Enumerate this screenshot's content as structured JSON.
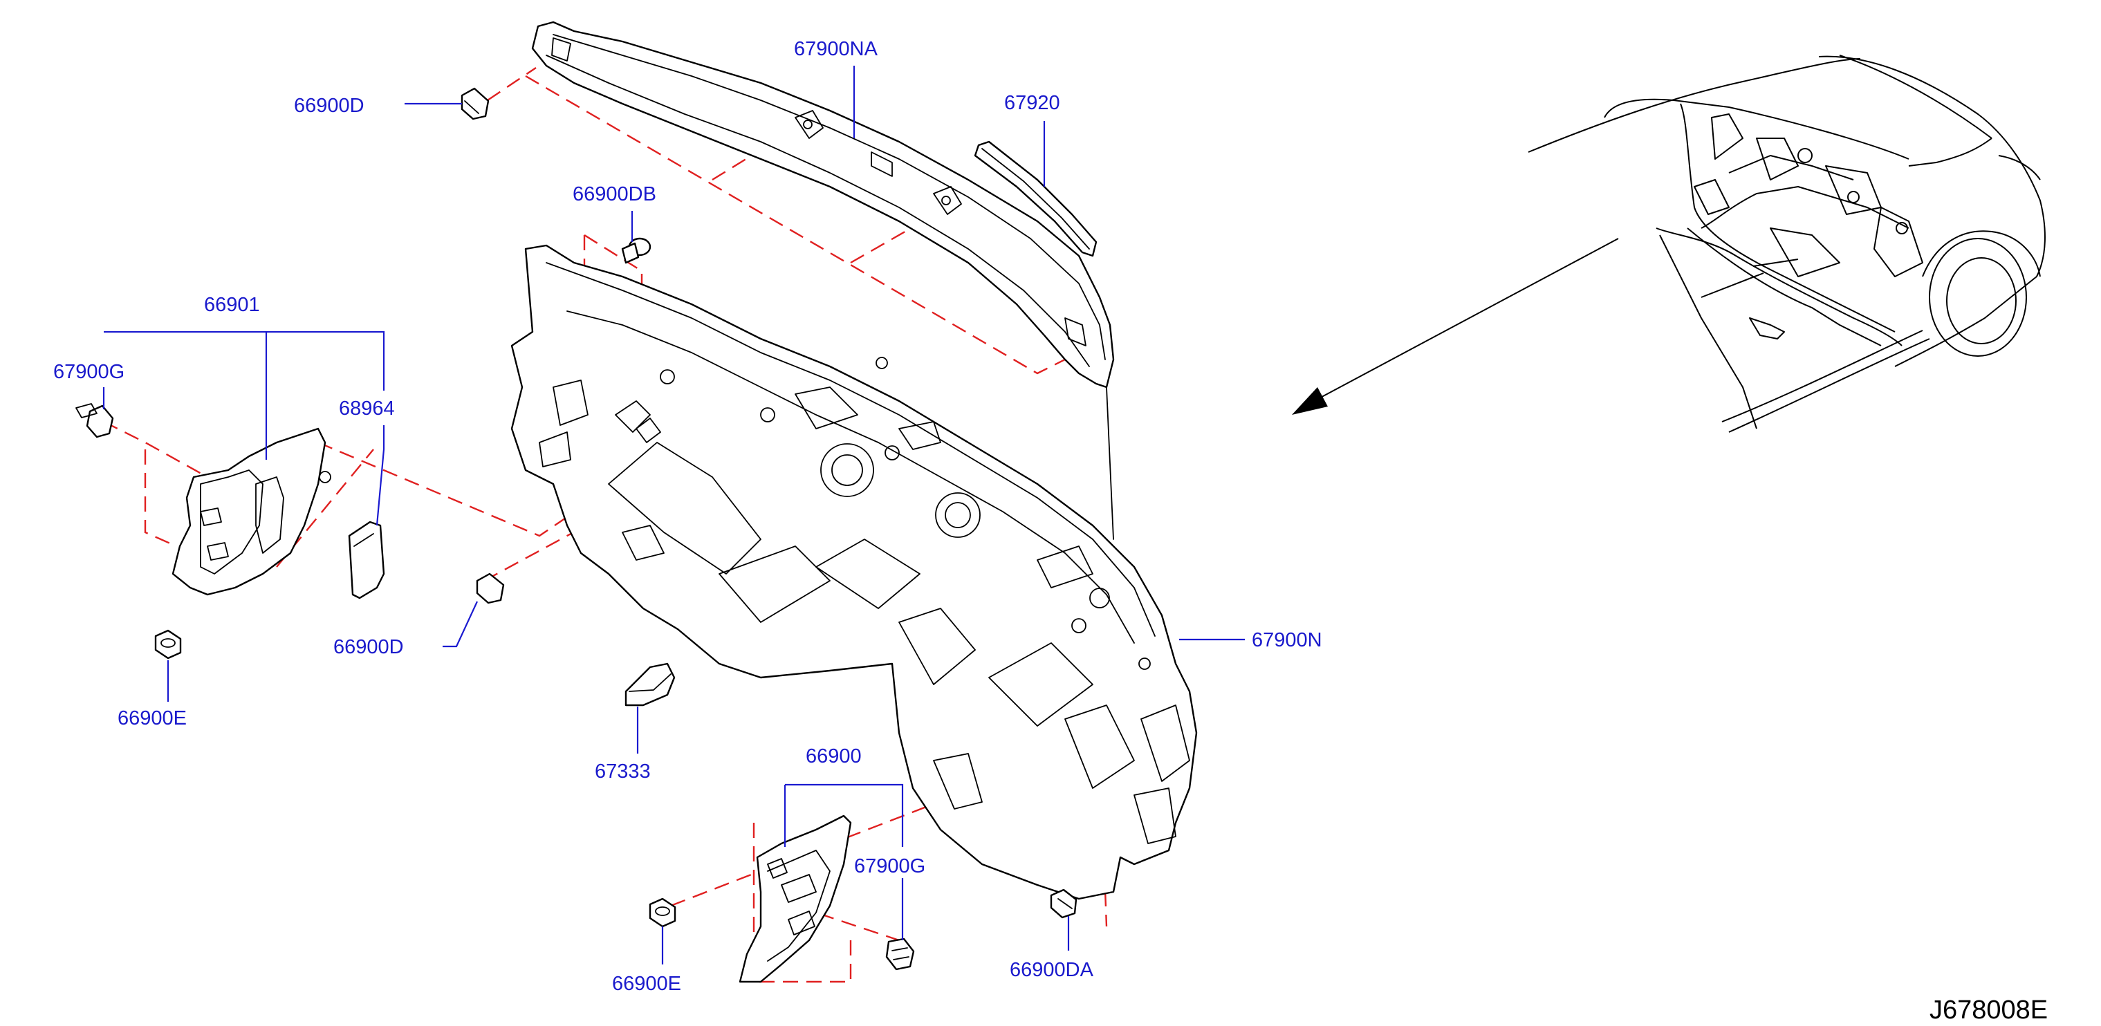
{
  "diagram_code": "J678008E",
  "colors": {
    "label": "#1a1acc",
    "dashed_guides": "#e02020",
    "lines": "#000000"
  },
  "callouts": {
    "p67900NA": "67900NA",
    "p67920": "67920",
    "p66900D_top": "66900D",
    "p66900DB": "66900DB",
    "p66901": "66901",
    "p67900G_left": "67900G",
    "p68964": "68964",
    "p66900D_mid": "66900D",
    "p66900E_left": "66900E",
    "p67900N": "67900N",
    "p67333": "67333",
    "p66900": "66900",
    "p67900G_right": "67900G",
    "p66900E_bottom": "66900E",
    "p66900DA": "66900DA"
  }
}
